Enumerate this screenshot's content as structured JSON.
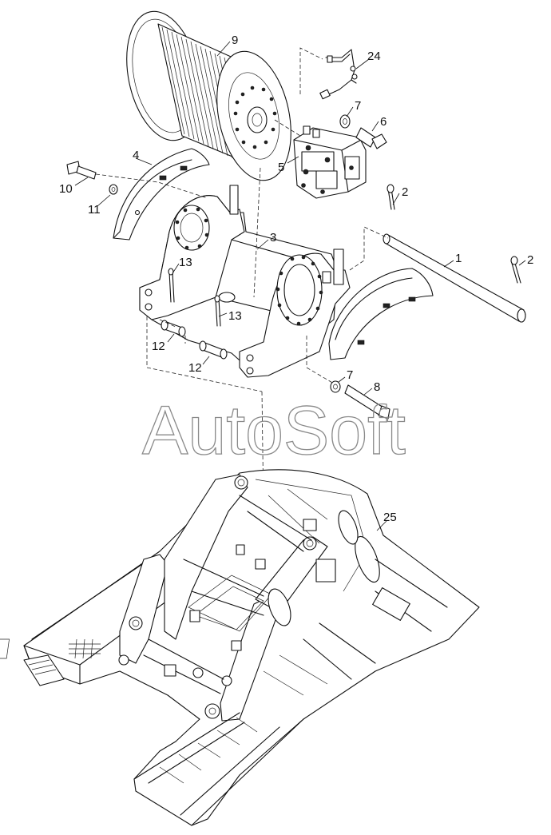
{
  "watermark": "AutoSoft",
  "callouts": [
    {
      "id": "c1",
      "text": "1"
    },
    {
      "id": "c2a",
      "text": "2"
    },
    {
      "id": "c2b",
      "text": "2"
    },
    {
      "id": "c3",
      "text": "3"
    },
    {
      "id": "c4",
      "text": "4"
    },
    {
      "id": "c5",
      "text": "5"
    },
    {
      "id": "c6",
      "text": "6"
    },
    {
      "id": "c7a",
      "text": "7"
    },
    {
      "id": "c7b",
      "text": "7"
    },
    {
      "id": "c8",
      "text": "8"
    },
    {
      "id": "c9",
      "text": "9"
    },
    {
      "id": "c10",
      "text": "10"
    },
    {
      "id": "c11",
      "text": "11"
    },
    {
      "id": "c12a",
      "text": "12"
    },
    {
      "id": "c12b",
      "text": "12"
    },
    {
      "id": "c13a",
      "text": "13"
    },
    {
      "id": "c13b",
      "text": "13"
    },
    {
      "id": "c24",
      "text": "24"
    },
    {
      "id": "c25",
      "text": "25"
    }
  ]
}
